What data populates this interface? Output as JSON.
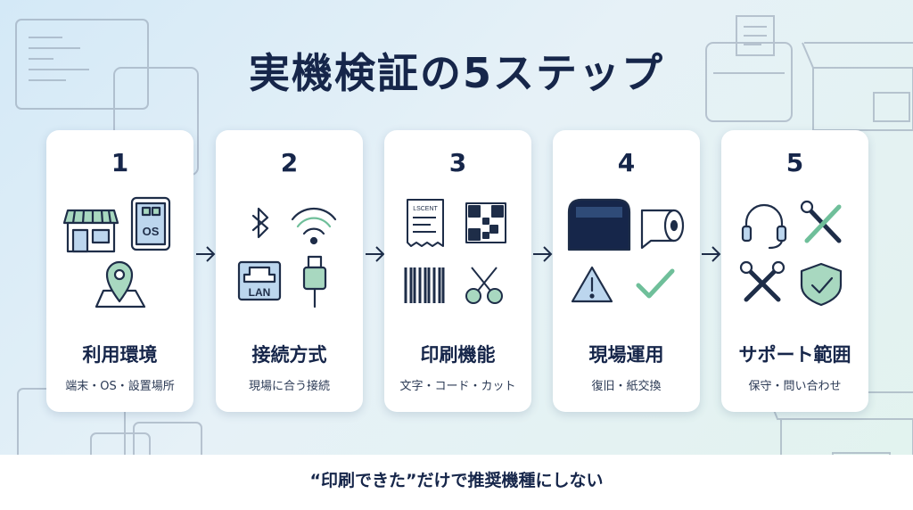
{
  "title": "実機検証の5ステップ",
  "steps": [
    {
      "number": "1",
      "label": "利用環境",
      "sub": "端末・OS・設置場所",
      "icons": [
        "storefront-icon",
        "tablet-os-icon",
        "location-pin-icon"
      ],
      "os_text": "OS"
    },
    {
      "number": "2",
      "label": "接続方式",
      "sub": "現場に合う接続",
      "icons": [
        "bluetooth-icon",
        "wifi-icon",
        "lan-port-icon",
        "usb-icon"
      ],
      "lan_text": "LAN"
    },
    {
      "number": "3",
      "label": "印刷機能",
      "sub": "文字・コード・カット",
      "icons": [
        "receipt-icon",
        "qr-code-icon",
        "barcode-icon",
        "scissors-icon"
      ],
      "receipt_text": "LSCENT"
    },
    {
      "number": "4",
      "label": "現場運用",
      "sub": "復旧・紙交換",
      "icons": [
        "printer-icon",
        "paper-roll-icon",
        "warning-icon",
        "check-icon"
      ]
    },
    {
      "number": "5",
      "label": "サポート範囲",
      "sub": "保守・問い合わせ",
      "icons": [
        "headset-icon",
        "tools-icon",
        "wrench-icon",
        "shield-check-icon"
      ]
    }
  ],
  "footer": "“印刷できた”だけで推奨機種にしない",
  "colors": {
    "navy": "#16264a",
    "green": "#a8d8c0",
    "blue": "#bcd6ee",
    "line": "#1e2d48"
  }
}
